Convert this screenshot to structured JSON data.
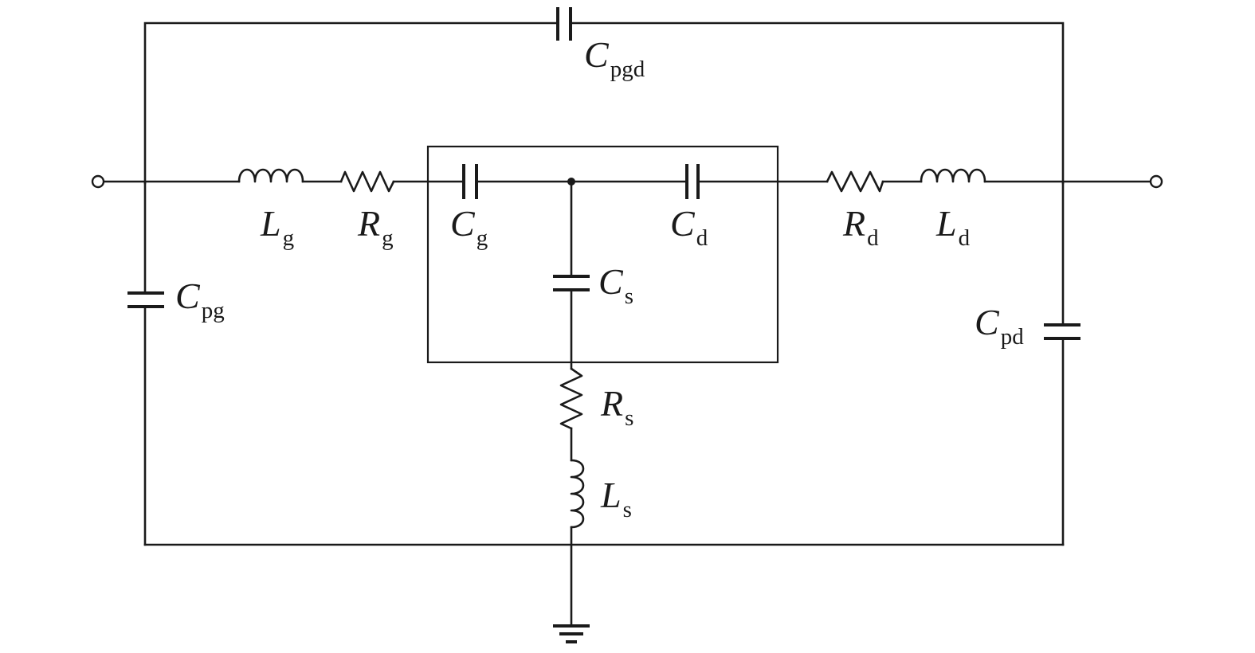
{
  "components": {
    "c_pgd": {
      "symbol": "C",
      "subscript": "pgd",
      "kind": "capacitor"
    },
    "l_g": {
      "symbol": "L",
      "subscript": "g",
      "kind": "inductor"
    },
    "r_g": {
      "symbol": "R",
      "subscript": "g",
      "kind": "resistor"
    },
    "c_g": {
      "symbol": "C",
      "subscript": "g",
      "kind": "capacitor"
    },
    "c_d": {
      "symbol": "C",
      "subscript": "d",
      "kind": "capacitor"
    },
    "r_d": {
      "symbol": "R",
      "subscript": "d",
      "kind": "resistor"
    },
    "l_d": {
      "symbol": "L",
      "subscript": "d",
      "kind": "inductor"
    },
    "c_s": {
      "symbol": "C",
      "subscript": "s",
      "kind": "capacitor"
    },
    "c_pg": {
      "symbol": "C",
      "subscript": "pg",
      "kind": "capacitor"
    },
    "c_pd": {
      "symbol": "C",
      "subscript": "pd",
      "kind": "capacitor"
    },
    "r_s": {
      "symbol": "R",
      "subscript": "s",
      "kind": "resistor"
    },
    "l_s": {
      "symbol": "L",
      "subscript": "s",
      "kind": "inductor"
    }
  },
  "colors": {
    "ink": "#1a1a1a",
    "background": "#ffffff"
  }
}
